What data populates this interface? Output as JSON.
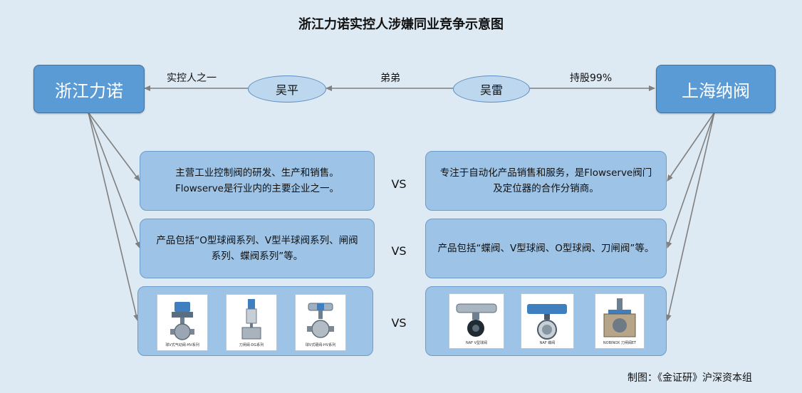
{
  "title": "浙江力诺实控人涉嫌同业竞争示意图",
  "companies": {
    "left": "浙江力诺",
    "right": "上海纳阀"
  },
  "persons": {
    "wuping": "吴平",
    "wulei": "吴雷"
  },
  "edge_labels": {
    "controller": "实控人之一",
    "brother": "弟弟",
    "holding": "持股99%"
  },
  "rows": [
    {
      "left_lines": [
        "主营工业控制阀的研发、生产和销售。",
        "Flowserve是行业内的主要企业之一。"
      ],
      "right_lines": [
        "专注于自动化产品销售和服务，是Flowserve阀门",
        "及定位器的合作分销商。"
      ],
      "vs": "VS"
    },
    {
      "left_lines": [
        "产品包括“O型球阀系列、V型半球阀系列、闸阀",
        "系列、蝶阀系列”等。"
      ],
      "right_lines": [
        "产品包括“蝶阀、V型球阀、O型球阀、刀闸阀”等。"
      ],
      "vs": "VS"
    },
    {
      "vs": "VS",
      "left_products": [
        {
          "caption": "球V式气动阀-HV系列",
          "icon": "v-ball-valve-icon"
        },
        {
          "caption": "刀闸阀-DG系列",
          "icon": "knife-gate-valve-icon"
        },
        {
          "caption": "球V式硬阀-HV系列",
          "icon": "ball-valve-icon"
        }
      ],
      "right_products": [
        {
          "caption": "NAF V型球阀",
          "icon": "naf-v-ball-valve-icon"
        },
        {
          "caption": "NAF 蝶阀",
          "icon": "naf-butterfly-valve-icon"
        },
        {
          "caption": "NOBINOX 刀闸阀ET",
          "icon": "nobinox-knife-gate-valve-icon"
        }
      ]
    }
  ],
  "credit": "制图：《金证研》沪深资本组",
  "colors": {
    "background": "#dde9f3",
    "company_box": "#5b9bd5",
    "person_ellipse": "#bdd7ee",
    "card": "#9dc3e6",
    "arrow": "#808080",
    "valve_blue": "#3f7fbf"
  }
}
